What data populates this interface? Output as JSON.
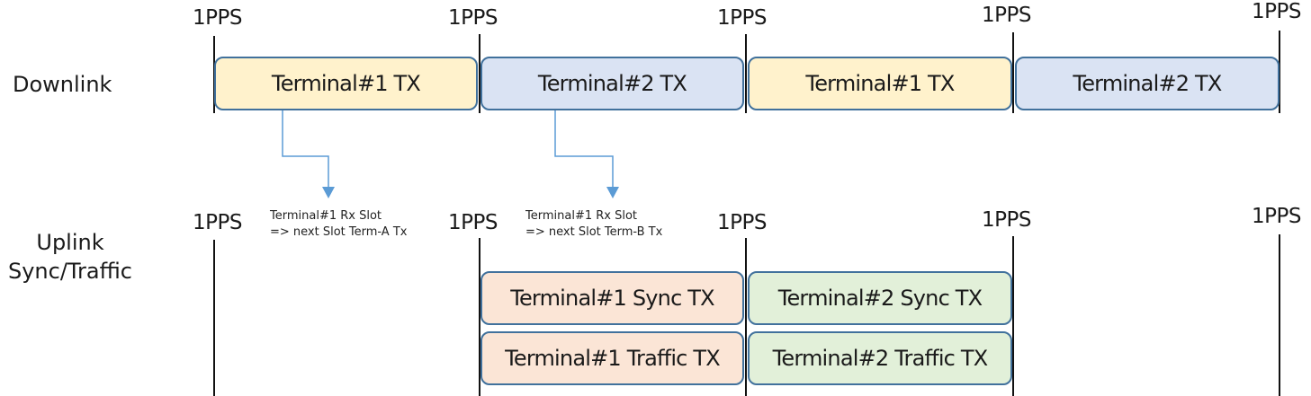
{
  "marker_label": "1PPS",
  "downlink": {
    "label": "Downlink",
    "slots": [
      {
        "text": "Terminal#1 TX",
        "fill": "#fff2cc"
      },
      {
        "text": "Terminal#2 TX",
        "fill": "#dae3f3"
      },
      {
        "text": "Terminal#1 TX",
        "fill": "#fff2cc"
      },
      {
        "text": "Terminal#2 TX",
        "fill": "#dae3f3"
      }
    ]
  },
  "uplink": {
    "label_line1": "Uplink",
    "label_line2": "Sync/Traffic",
    "slots": [
      {
        "text": "Terminal#1 Sync TX",
        "fill": "#fbe5d6"
      },
      {
        "text": "Terminal#2 Sync TX",
        "fill": "#e2f0d9"
      },
      {
        "text": "Terminal#1 Traffic TX",
        "fill": "#fbe5d6"
      },
      {
        "text": "Terminal#2 Traffic TX",
        "fill": "#e2f0d9"
      }
    ]
  },
  "notes": [
    {
      "line1": "Terminal#1 Rx Slot",
      "line2": "=> next Slot Term-A Tx"
    },
    {
      "line1": "Terminal#1 Rx Slot",
      "line2": "=> next Slot Term-B Tx"
    }
  ],
  "colors": {
    "arrow": "#5b9bd5",
    "slot_border": "#41719c",
    "line": "#111111"
  }
}
